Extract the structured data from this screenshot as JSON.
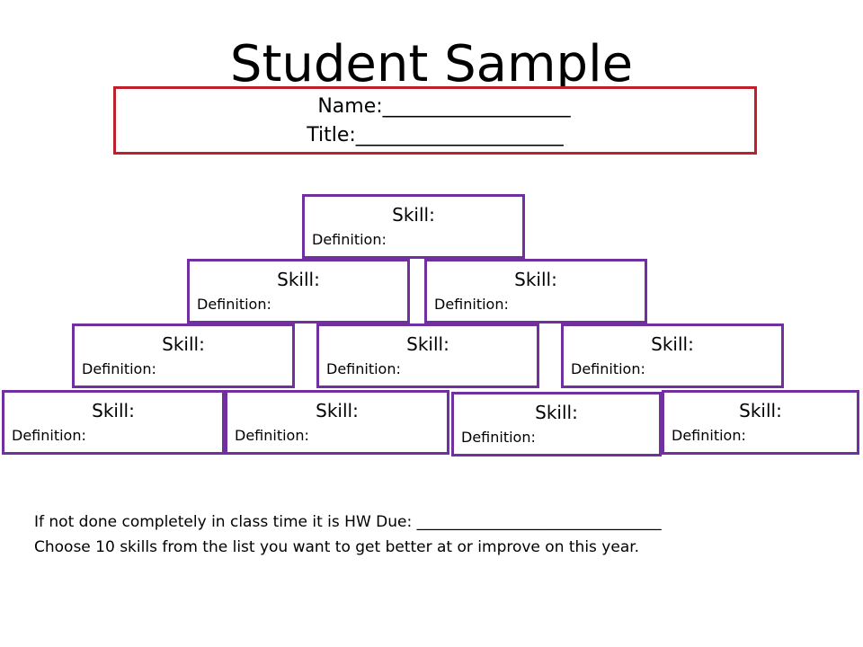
{
  "page": {
    "title": "Student Sample",
    "name_line": "Name:___________________",
    "title_line": "Title:_____________________"
  },
  "pyramid": {
    "skill_label": "Skill:",
    "definition_label": "Definition:"
  },
  "footer": {
    "line1": "If not done completely in class time it is HW Due: ________________________________",
    "line2": "Choose 10 skills from the list you want to get better at or improve on this year."
  },
  "colors": {
    "name_box_border": "#c0202b",
    "skill_box_border": "#7030a0"
  }
}
